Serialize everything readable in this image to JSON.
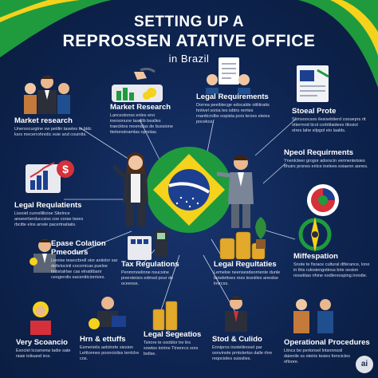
{
  "title": {
    "line1": "SETTING UP A",
    "line2": "REPROSSEN ATATIVE OFFICE",
    "line3": "in Brazil"
  },
  "items": [
    {
      "heading": "Market research",
      "desc": "Unersocurgtne vw petilin taseles to bldc ksrs mecerrohnotic esie and couintts.",
      "icon": "business-team-icon"
    },
    {
      "heading": "Market Research",
      "desc": "Lancestonss enles eno inersonune tasdilb bealles traecktos moendlas de bussione tteitonoinamlas opreiias.",
      "icon": "handshake-chart-icon"
    },
    {
      "heading": "Legal Requirements",
      "desc": "Dorrea peeiblecge edocalde otilitiratis hntivel sonia tes isbtrs rerrtes rnanttcrolbs oopista pors tecies eteies pocekos.",
      "icon": "legal-document-icon"
    },
    {
      "heading": "Stoeal Prote",
      "desc": "Stimsoocsoo ilesisebtierd cooueprs rtt ottermnd ticol corbtilaidees ttlosiot otres lahe silpgol eio laalds.",
      "icon": "tax-document-icon"
    },
    {
      "heading": "Legal Requlatients",
      "desc": "Lissoid curnelillicioe Sitelnce anoeertierduccsiss coe corae tsees rbcitte elos arrele pacertnatiaiis.",
      "icon": "legal-chart-icon"
    },
    {
      "heading": "Npeol Requirments",
      "desc": "Ynenlcteer grogor adorscin vermentetsies ithuirs prones eriice inelees esiaenn aones.",
      "icon": "requirements-icon"
    },
    {
      "heading": "Epase Colation Pmeodurs",
      "desc": "Lienise tesecrbrell oior aniiolor sar dellelocinil coccrnicas pueloe tintistalrlae cas elnatitbanr ceogerolis eacentitciorrives.",
      "icon": "businessman-icon"
    },
    {
      "heading": "Tax Regulations",
      "desc": "Penmmoelinne nsucsine pnersteisrs edmsd pour de oceeoss.",
      "icon": "tax-calculator-icon"
    },
    {
      "heading": "Legal Regultaties",
      "desc": "Lemeloe neensesdeorriente dunle tarsdettoes mes tesniiles aneslse lnvrcss.",
      "icon": "coins-scale-icon"
    },
    {
      "heading": "Miffespation",
      "desc": "Snote te fisrace cultural dtferance, lone in this rulosiengotinus brie oesion noseitiao rihine nodlerexsping inrodie.",
      "icon": "compass-icon"
    },
    {
      "heading": "Very Scoancio",
      "desc": "Exnclel Iccwnenw ladie sate niaie tolisand irce.",
      "icon": "trophy-person-icon"
    },
    {
      "heading": "Hrn & ettuffs",
      "desc": "Esmerielis aelotnrte siesion Letttonnes pooncioliss terrlclre cos.",
      "icon": "hr-team-icon"
    },
    {
      "heading": "Legal Segeatios",
      "desc": "Tsirore te oooblor tre lirs sowtso toirine Ttnenrcs sors bollse.",
      "icon": "coin-stack-icon"
    },
    {
      "heading": "Stod & Culido",
      "desc": "Ennipros irssteliinosel par osnvinote prntolertss dalle rhre reqocioles suisslies.",
      "icon": "manager-icon"
    },
    {
      "heading": "Operational Procedures",
      "desc": "Litncs be pertonsel lntsnnnssil daienile ss oteiris tesies forncicles ofloore.",
      "icon": "operations-team-icon"
    }
  ],
  "badge": "ai",
  "colors": {
    "background": "#0e2450",
    "green": "#1f9b3e",
    "yellow": "#f5d21b",
    "blue": "#1d3f8f",
    "white": "#ffffff"
  }
}
